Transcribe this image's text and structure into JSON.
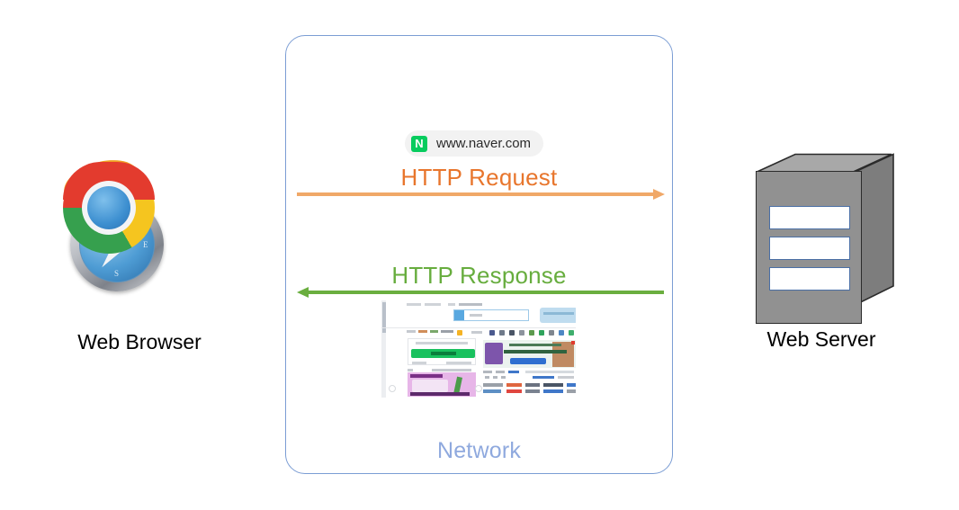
{
  "diagram": {
    "title_visible": false,
    "nodes": {
      "browser": {
        "label": "Web Browser",
        "icons": [
          "safari-icon",
          "internet-explorer-icon",
          "firefox-icon",
          "chrome-icon"
        ]
      },
      "server": {
        "label": "Web Server",
        "slot_count": 3,
        "colors": {
          "body": "#919191",
          "slot_border": "#4a6fa5",
          "outline": "#2b2b2b"
        }
      },
      "network": {
        "label": "Network",
        "label_color": "#8fa9de",
        "border_color": "#7b9dd4"
      }
    },
    "url_bar": {
      "favicon_letter": "N",
      "favicon_color": "#06cc5e",
      "url": "www.naver.com",
      "background": "#f2f2f2"
    },
    "flows": [
      {
        "id": "request",
        "label": "HTTP Request",
        "label_color": "#e8762d",
        "arrow_color": "#f0a868",
        "direction": "right"
      },
      {
        "id": "response",
        "label": "HTTP Response",
        "label_color": "#67ad3e",
        "arrow_color": "#6aae3f",
        "direction": "left"
      }
    ],
    "response_preview": {
      "description": "naver-homepage-thumbnail",
      "alt": "www.naver.com rendered page preview"
    }
  }
}
